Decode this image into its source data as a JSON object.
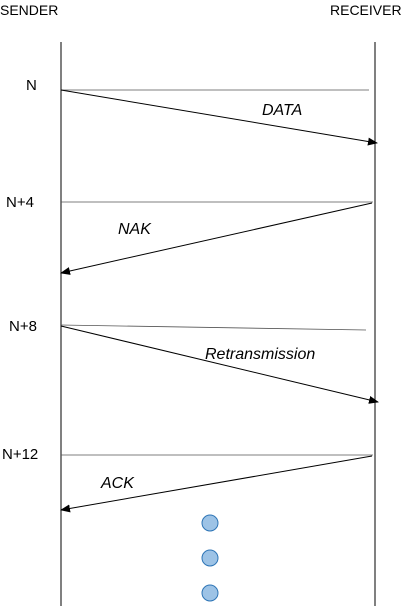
{
  "header": {
    "sender": "SENDER",
    "receiver": "RECEIVER"
  },
  "time_marks": [
    "N",
    "N+4",
    "N+8",
    "N+12"
  ],
  "messages": [
    {
      "label": "DATA",
      "direction": "sender-to-receiver"
    },
    {
      "label": "NAK",
      "direction": "receiver-to-sender"
    },
    {
      "label": "Retransmission",
      "direction": "sender-to-receiver"
    },
    {
      "label": "ACK",
      "direction": "receiver-to-sender"
    }
  ],
  "continuation": {
    "dot_count": 3,
    "dot_fill": "#9DC3E6",
    "dot_stroke": "#2E75B6"
  },
  "colors": {
    "line": "#000000",
    "guide": "#555555"
  }
}
